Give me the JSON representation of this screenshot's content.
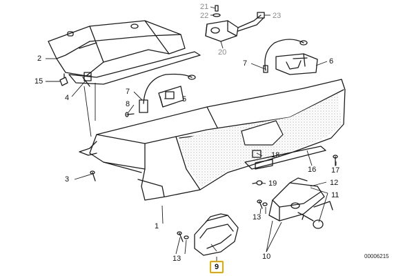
{
  "diagram": {
    "part_numbers": {
      "p1": "1",
      "p2": "2",
      "p3": "3",
      "p4": "4",
      "p5": "5",
      "p6": "6",
      "p7a": "7",
      "p7b": "7",
      "p8": "8",
      "p9": "9",
      "p10": "10",
      "p11": "11",
      "p12": "12",
      "p13a": "13",
      "p13b": "13",
      "p15": "15",
      "p16": "16",
      "p17": "17",
      "p18": "18",
      "p19": "19",
      "p20": "20",
      "p21": "21",
      "p22": "22",
      "p23": "23"
    },
    "highlighted_part": "9",
    "drawing_code": "00006215",
    "colors": {
      "line": "#1a1a1a",
      "faded": "#8a8a8a",
      "highlight": "#e2a700",
      "stipple": "#d9d9d9"
    }
  }
}
